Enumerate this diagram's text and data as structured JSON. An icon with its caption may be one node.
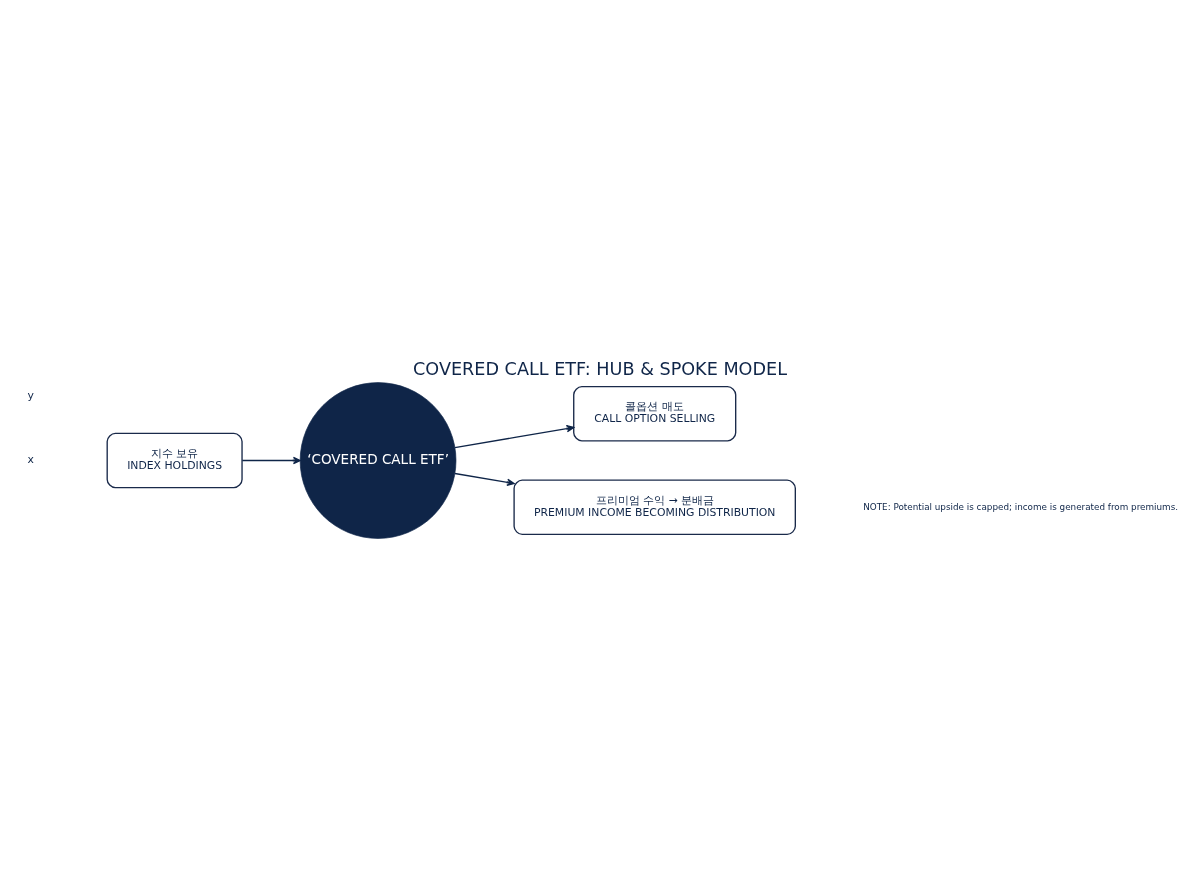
{
  "diagram": {
    "title": "COVERED CALL ETF: HUB & SPOKE MODEL",
    "caption": "NOTE: Potential upside is capped; income is generated from premiums.",
    "nodes": [
      {
        "text": [
          "지수 보유",
          "INDEX HOLDINGS"
        ]
      },
      {
        "text": [
          "‘COVERED CALL ETF’"
        ]
      },
      {
        "text": [
          "콜옵션 매도",
          "CALL OPTION SELLING"
        ]
      },
      {
        "text": [
          "프리미엄 수익 → 분배금",
          "PREMIUM INCOME BECOMING DISTRIBUTION"
        ]
      }
    ],
    "edges": [
      {
        "from": 0,
        "to": 1,
        "arrow": "to"
      },
      {
        "from": 1,
        "to": 2,
        "arrow": "to"
      },
      {
        "from": 1,
        "to": 3,
        "arrow": "to"
      }
    ],
    "labels": [
      "y",
      "x"
    ]
  }
}
